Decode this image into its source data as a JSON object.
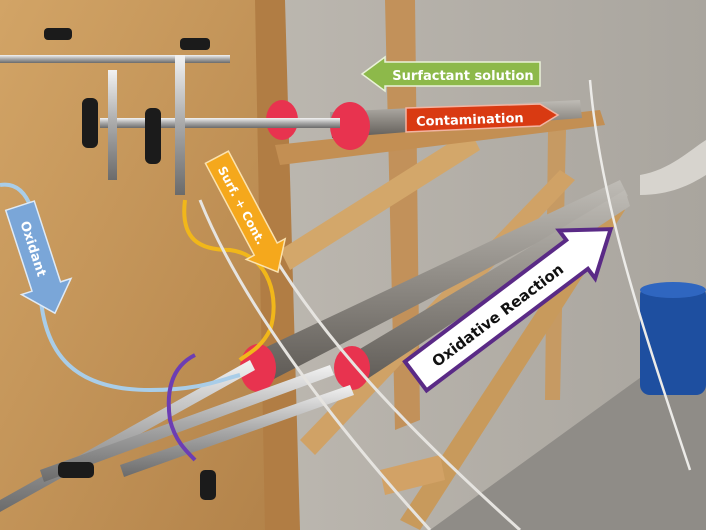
{
  "labels": {
    "surfactant": "Surfactant solution",
    "contamination": "Contamination",
    "surf_cont": "Surf. + Cont.",
    "oxidant": "Oxidant",
    "oxidative": "Oxidative Reaction"
  },
  "colors": {
    "surfactant_arrow": "#8db94a",
    "contamination_arrow": "#d93a12",
    "surf_cont_arrow": "#f5a81c",
    "oxidant_arrow": "#7aa6d8",
    "oxidative_arrow_fill": "#ffffff",
    "oxidative_arrow_border": "#5a2a86",
    "wood": "#c99a5b",
    "concrete": "#b8b4ad",
    "tube_cap": "#e8334f",
    "drum": "#1e4fa0"
  }
}
